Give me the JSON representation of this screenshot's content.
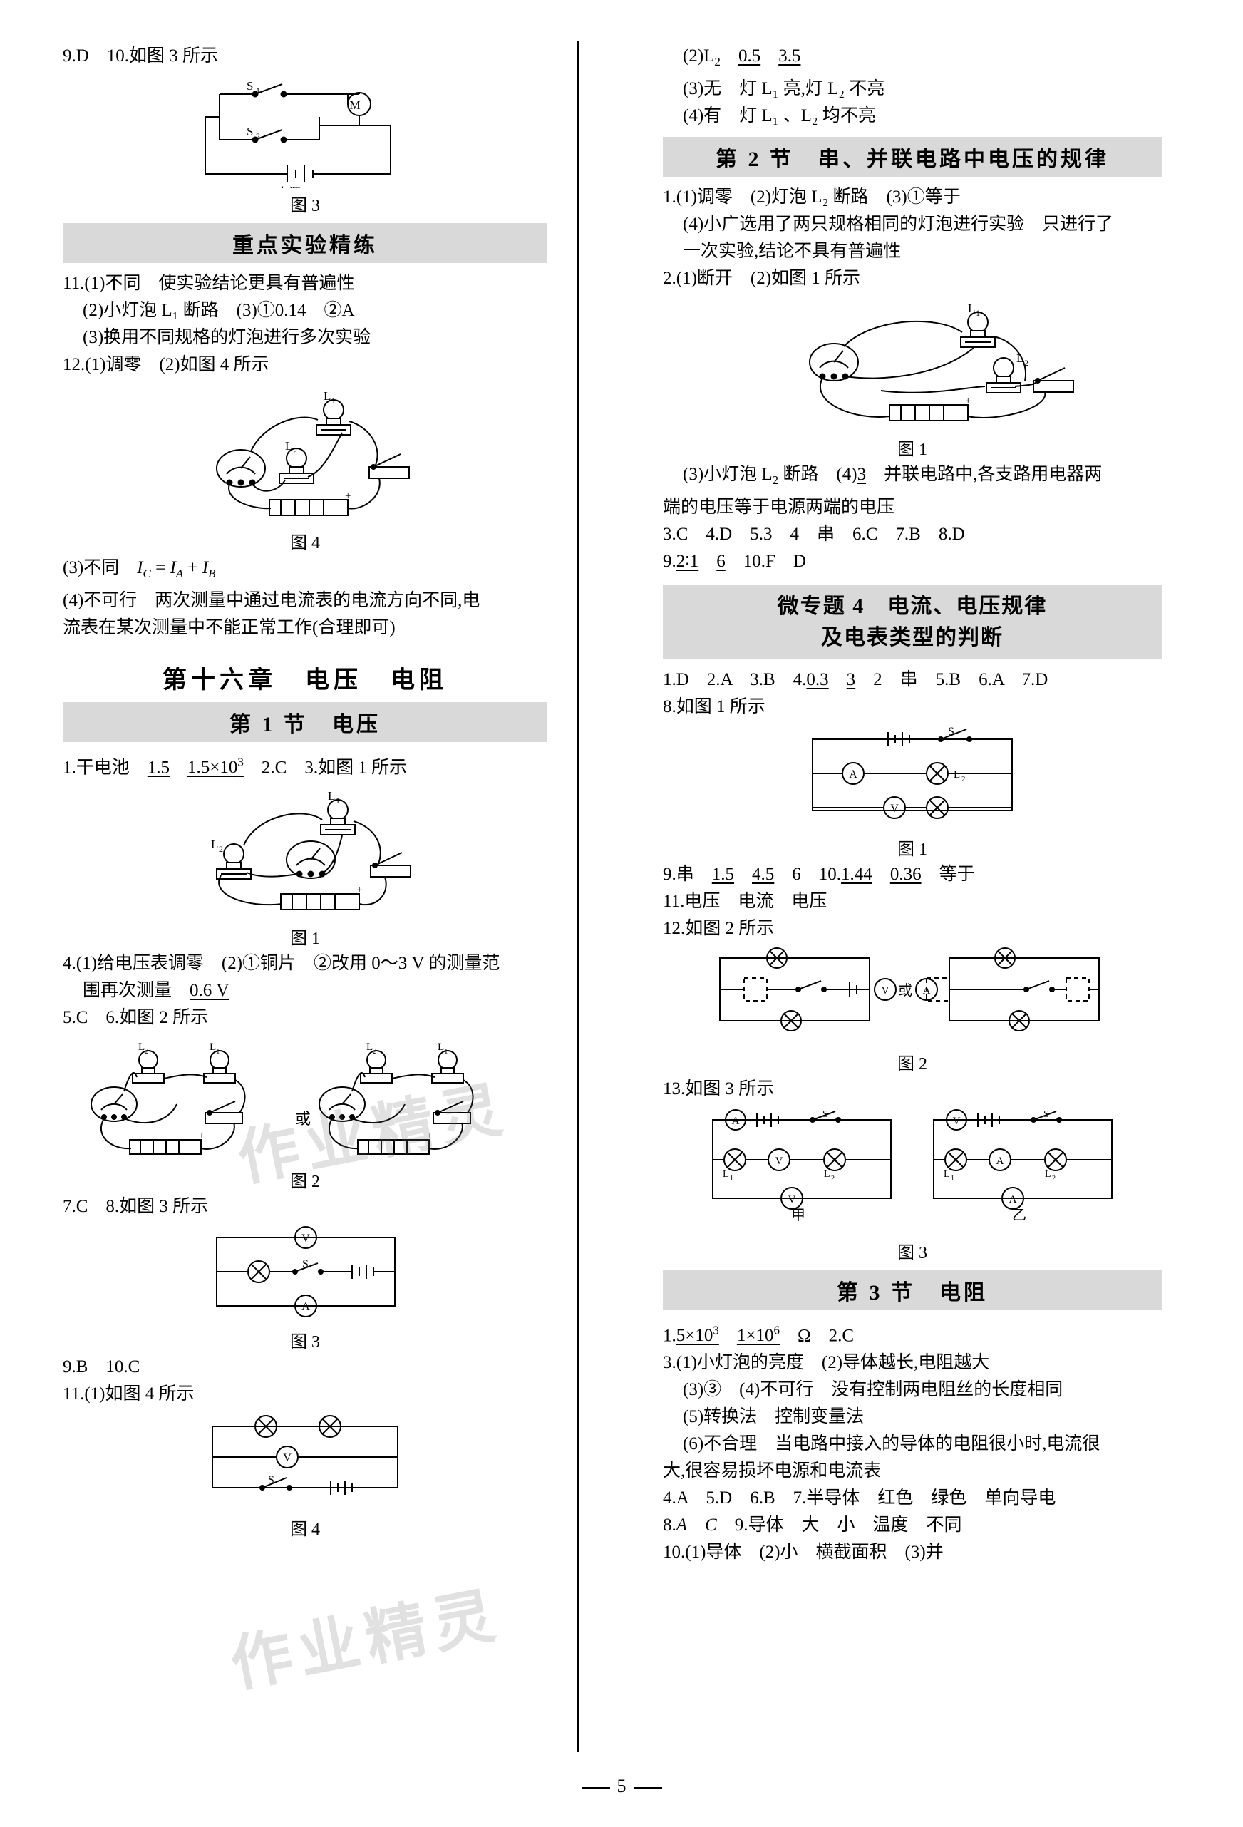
{
  "page": {
    "number": "5"
  },
  "watermarks": [
    "作业精灵",
    "作业精灵"
  ],
  "left_column": {
    "lines": [
      "9.D　10.如图 3 所示",
      "11.(1)不同　使实验结论更具有普遍性",
      "(2)小灯泡 L₁ 断路　(3)①0.14　②A",
      "(3)换用不同规格的灯泡进行多次实验",
      "12.(1)调零　(2)如图 4 所示"
    ],
    "fig3_label": "图 3",
    "band_key_experiment": "重点实验精练",
    "fig4_label": "图 4",
    "after_fig4": [
      "(3)不同　I_C = I_A + I_B",
      "(4)不可行　两次测量中通过电流表的电流方向不同,电",
      "流表在某次测量中不能正常工作(合理即可)"
    ],
    "chapter_title": "第十六章　电压　电阻",
    "section1_title": "第 1 节　电压",
    "sec1_lines_a": [
      "1.干电池　1.5　1.5×10³　2.C　3.如图 1 所示"
    ],
    "fig1_label": "图 1",
    "sec1_lines_b": [
      "4.(1)给电压表调零　(2)①铜片　②改用 0～3 V 的测量范",
      "围再次测量　0.6 V",
      "5.C　6.如图 2 所示"
    ],
    "fig2_label": "图 2",
    "fig2_or": "或",
    "sec1_lines_c": [
      "7.C　8.如图 3 所示"
    ],
    "fig3b_label": "图 3",
    "sec1_lines_d": [
      "9.B　10.C",
      "11.(1)如图 4 所示"
    ],
    "fig4b_label": "图 4"
  },
  "right_column": {
    "top_lines": [
      "(2)L₂　0.5　3.5",
      "(3)无　灯 L₁ 亮,灯 L₂ 不亮",
      "(4)有　灯 L₁ 、L₂ 均不亮"
    ],
    "section2_title": "第 2 节　串、并联电路中电压的规律",
    "sec2_lines_a": [
      "1.(1)调零　(2)灯泡 L₂ 断路　(3)①等于",
      "(4)小广选用了两只规格相同的灯泡进行实验　只进行了",
      "一次实验,结论不具有普遍性",
      "2.(1)断开　(2)如图 1 所示"
    ],
    "fig1_label": "图 1",
    "sec2_lines_b": [
      "(3)小灯泡 L₂ 断路　(4)3　并联电路中,各支路用电器两",
      "端的电压等于电源两端的电压",
      "3.C　4.D　5.3　4　串　6.C　7.B　8.D",
      "9.2∶1　6　10.F　D"
    ],
    "micro_title_line1": "微专题 4　电流、电压规律",
    "micro_title_line2": "及电表类型的判断",
    "micro_lines_a": [
      "1.D　2.A　3.B　4.0.3　3　2　串　5.B　6.A　7.D",
      "8.如图 1 所示"
    ],
    "micro_fig1_label": "图 1",
    "micro_lines_b": [
      "9.串　1.5　4.5　6　10.1.44　0.36　等于",
      "11.电压　电流　电压",
      "12.如图 2 所示"
    ],
    "micro_fig2_label": "图 2",
    "micro_fig2_or": "或",
    "micro_lines_c": [
      "13.如图 3 所示"
    ],
    "micro_fig3_label": "图 3",
    "micro_fig3_sub_a": "甲",
    "micro_fig3_sub_b": "乙",
    "section3_title": "第 3 节　电阻",
    "sec3_lines": [
      "1.5×10³　1×10⁶　Ω　2.C",
      "3.(1)小灯泡的亮度　(2)导体越长,电阻越大",
      "(3)③　(4)不可行　没有控制两电阻丝的长度相同",
      "(5)转换法　控制变量法",
      "(6)不合理　当电路中接入的导体的电阻很小时,电流很",
      "大,很容易损坏电源和电流表",
      "4.A　5.D　6.B　7.半导体　红色　绿色　单向导电",
      "8.A　C　9.导体　大　小　温度　不同",
      "10.(1)导体　(2)小　横截面积　(3)并"
    ]
  }
}
